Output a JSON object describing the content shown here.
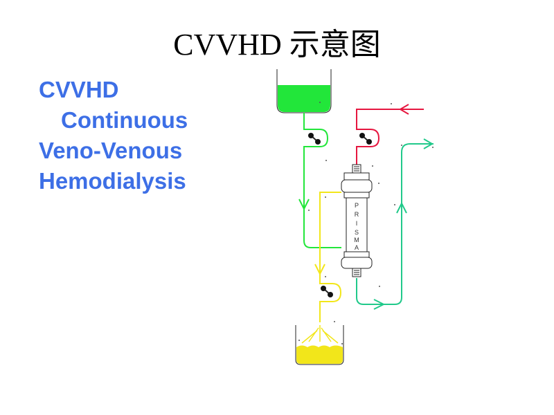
{
  "title": "CVVHD 示意图",
  "text_lines": [
    "CVVHD",
    "Continuous",
    "Veno-Venous",
    "Hemodialysis"
  ],
  "filter_label": [
    "P",
    "R",
    "I",
    "S",
    "M",
    "A"
  ],
  "colors": {
    "text_blue": "#3d6fe6",
    "dialysate_green": "#22e63a",
    "blood_in_red": "#e6163f",
    "blood_out_teal": "#20c98a",
    "effluent_yellow": "#f2e61a"
  }
}
